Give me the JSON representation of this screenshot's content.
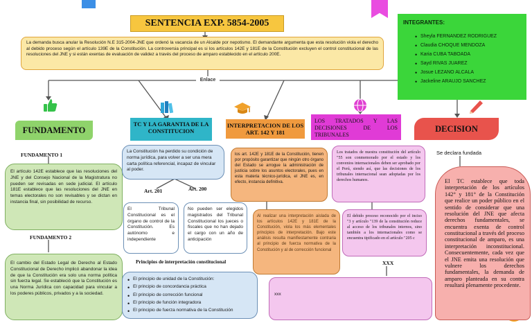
{
  "title": "SENTENCIA EXP. 5854-2005",
  "intro": "La demanda busca anular la Resolución N.E 315-2004-JNE que ordenó la vacancia de un Alcalde por nepotismo. El demandante argumenta que esta resolución viola el derecho al debido proceso según el artículo 139E de la Constitución. La controversia principal es si los artículos 142E y 181E de la Constitución excluyen el control constitucional de las resoluciones del JNE y si están exentas de evaluación de validez a través del proceso de amparo establecido en el artículo 200E.",
  "enlace": "Enlace",
  "integrantes": {
    "title": "INTEGRANTES:",
    "members": [
      "Sheyla FERNANDEZ RODRIGUEZ",
      "Claudia CHOQUE MENDOZA",
      "Karia CUBA TABOADA",
      "Sayd RIVAS JUAREZ",
      "Josue LEZANO ALCALA",
      "Jackeline ARAUJO SANCHEZ"
    ]
  },
  "fundamento": {
    "header": "FUNDAMENTO",
    "f1_label": "FUNDAMENTO 1",
    "f1_text": "El artículo 142E establece que las resoluciones del JNE y del Consejo Nacional de la Magistratura no pueden ser revisadas en sede judicial. El artículo 181E establece que las resoluciones del JNE en temas electorales no son revisables y se dictan en instancia final, sin posibilidad de recurso.",
    "f2_label": "FUNDAMENTO 2",
    "f2_text": "El cambio del Estado Legal de Derecho al Estado Constitucional de Derecho implicó abandonar la idea de que la Constitución era solo una norma política sin fuerza legal. Se estableció que la Constitución es una Norma Jurídica con capacidad para vincular a los poderes públicos, privados y a la sociedad."
  },
  "tc": {
    "header": "TC Y LA GARANTIA DE LA CONSTITUCION",
    "text": "La Constitución ha perdido su condición de norma jurídica, para volver a ser una mera carta política referencial, incapaz de vincular al poder.",
    "art201_label": "Art. 201",
    "art200_label": "Art. 200",
    "art201_text": "El Tribunal Constitucional es el órgano de control de la Constitución. Es autónomo e independiente",
    "art200_text": "No pueden ser elegidos magistrados del Tribunal Constitucional los jueces o fiscales que no han dejado el cargo con un año de anticipación",
    "principios_title": "Principios de interpretación constitucional",
    "principios": [
      "El principio de unidad de la Constitución:",
      "El principio de concordancia práctica",
      "El principio de corrección funcional",
      "El principio de función integradora",
      "El principio de fuerza normativa de la Constitución"
    ]
  },
  "interpretacion": {
    "header": "INTERPRETACION DE LOS ART. 142 Y 181",
    "text1": "los art. 142E y 181E de la Constitución, tienen por propósito garantizar que ningún otro órgano del Estado se arrogue la administración de justicia sobre los asuntos electorales, pues en esta materia técnico-jurídica, el JNE es, en efecto, instancia definitiva.",
    "text2": "Al realizar una interpretación aislada de los artículos 142E y 181E de la Constitución, viola los más elementales principios de interpretación. Bajo este análisis resulta manifiestamente contraria al principio de fuerza normativa de la Constitución y al de corrección funcional"
  },
  "tratados": {
    "header": "LOS TRATADOS Y LAS DECISIONES DE LOS TRIBUNALES",
    "text1": "Los tratados de nuestra constitución del artículo \"55 son conmemorado por el estado y los convenios internacionales deben ser aprobado por el Perú, siendo así, que las decisiones de los tribunales internacional sean adoptadas por los derechos humanos.",
    "text2": "El debido proceso reconocido por el inciso \"3 y artículo \"139 de la constitución reduce al acceso de los tribunales internos, sino también a los internacionales como se encuentra tipificado en el artículo \"205 c",
    "xxx_label": "XXX",
    "bottom": "xxx"
  },
  "decision": {
    "header": "DECISION",
    "label": "Se declara fundada",
    "text": "El TC establece que toda interpretación de los artículos 142° y 181° de la Constitución que realice un poder público en el sentido de considerar que una resolución del JNE que afecta derechos fundamentales, se encuentra exenta de control constitucional a través del proceso constitucional de amparo, es una interpretación inconstitucional. Consecuentemente, cada vez que el JNE emita una resolución que vulnere los derechos fundamentales, la demanda de amparo planteada en su contra resultará plenamente procedente."
  },
  "colors": {
    "title_bg": "#f7c63f",
    "intro_bg": "#fbe8a6",
    "green_header": "#8fd36b",
    "green_box": "#cfe7b7",
    "teal": "#2fb5c8",
    "tc_box": "#d6e6f5",
    "orange": "#f09a3e",
    "orange_box": "#f5b67e",
    "magenta": "#e03bd6",
    "pink_box": "#f4c7ee",
    "red": "#e8534c",
    "decision_box": "#f7b0ad",
    "integrantes_bg": "#3bd63a"
  }
}
